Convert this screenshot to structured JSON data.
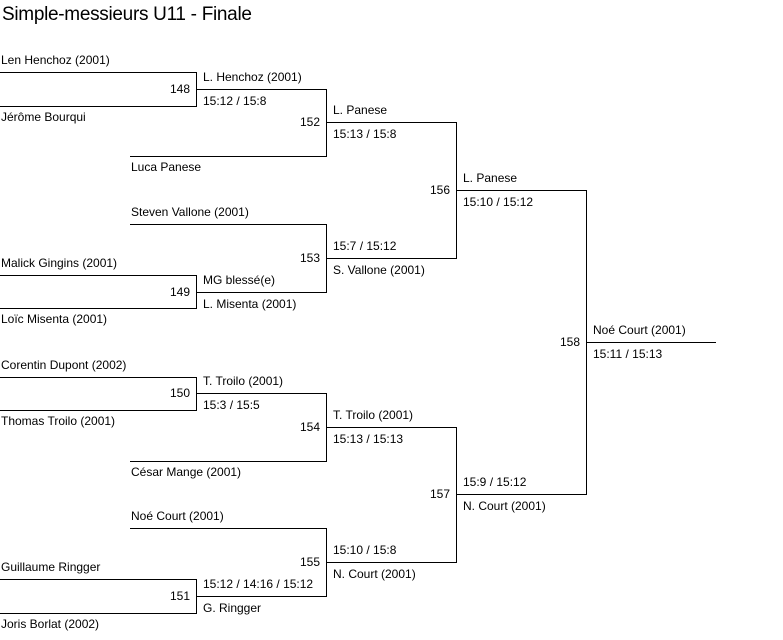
{
  "title": "Simple-messieurs U11 - Finale",
  "entrants": [
    "Len Henchoz (2001)",
    "Jérôme Bourqui",
    "Luca Panese",
    "Steven Vallone (2001)",
    "Malick Gingins (2001)",
    "Loïc Misenta (2001)",
    "Corentin Dupont (2002)",
    "Thomas Troilo (2001)",
    "César Mange (2001)",
    "Noé Court (2001)",
    "Guillaume Ringger",
    "Joris Borlat (2002)"
  ],
  "matches": [
    {
      "number": "148",
      "top": "L. Henchoz (2001)",
      "bottom": "15:12 / 15:8"
    },
    {
      "number": "149",
      "top": "MG blessé(e)",
      "bottom": "L. Misenta (2001)"
    },
    {
      "number": "150",
      "top": "T. Troilo (2001)",
      "bottom": "15:3 / 15:5"
    },
    {
      "number": "151",
      "top": "15:12 / 14:16 / 15:12",
      "bottom": "G. Ringger"
    },
    {
      "number": "152",
      "top": "L. Panese",
      "bottom": "15:13 / 15:8"
    },
    {
      "number": "153",
      "top": "15:7 / 15:12",
      "bottom": "S. Vallone (2001)"
    },
    {
      "number": "154",
      "top": "T. Troilo (2001)",
      "bottom": "15:13 / 15:13"
    },
    {
      "number": "155",
      "top": "15:10 / 15:8",
      "bottom": "N. Court (2001)"
    },
    {
      "number": "156",
      "top": "L. Panese",
      "bottom": "15:10 / 15:12"
    },
    {
      "number": "157",
      "top": "15:9 / 15:12",
      "bottom": "N. Court (2001)"
    },
    {
      "number": "158",
      "top": "Noé Court (2001)",
      "bottom": "15:11 / 15:13"
    }
  ]
}
